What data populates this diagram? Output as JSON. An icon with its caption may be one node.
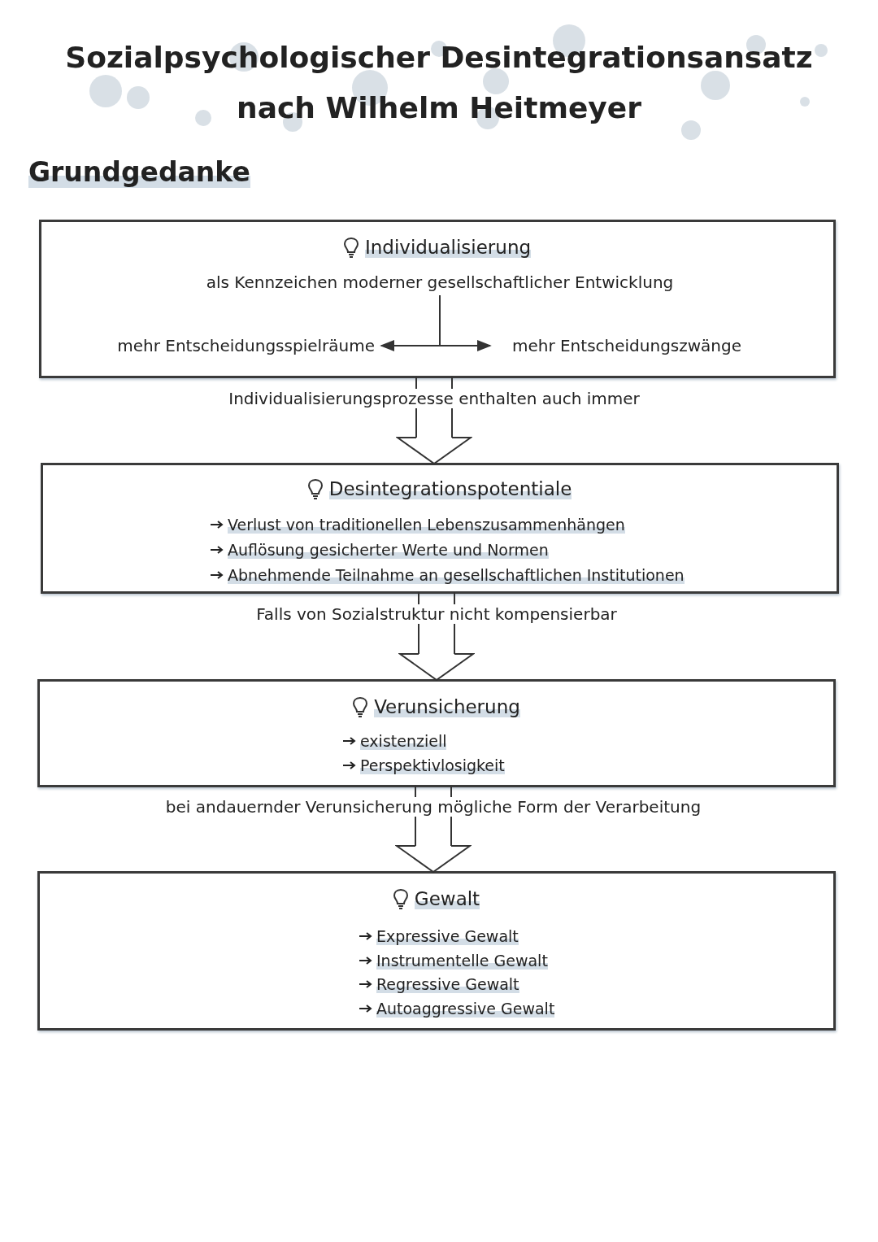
{
  "diagram": {
    "title": "Sozialpsychologischer Desintegrationsansatz nach Wilhelm Heitmeyer",
    "nodes": [
      {
        "text": [
          "Individualisierung"
        ]
      },
      {
        "text": [
          "als Kennzeichen moderner gesellschaftlicher Entwicklung"
        ],
        "in": 0
      },
      {
        "text": [
          "mehr Entscheidungsspielräume"
        ],
        "in": 0
      },
      {
        "text": [
          "mehr Entscheidungszwänge"
        ],
        "in": 0
      },
      {
        "text": [
          "Desintegrationspotentiale",
          "Verlust von traditionellen Lebenszusammenhängen",
          "Auflösung gesicherter Werte und Normen",
          "Abnehmende Teilnahme an gesellschaftlichen Institutionen"
        ]
      },
      {
        "text": [
          "Verunsicherung",
          "existenziell",
          "Perspektivlosigkeit"
        ]
      },
      {
        "text": [
          "Gewalt",
          "Expressive Gewalt",
          "Instrumentelle Gewalt",
          "Regressive Gewalt",
          "Autoaggressive Gewalt"
        ]
      }
    ],
    "edges": [
      {
        "from": 1,
        "to": 2,
        "arrow": "to"
      },
      {
        "from": 1,
        "to": 3,
        "arrow": "to"
      },
      {
        "from": 0,
        "to": 4,
        "arrow": "to",
        "label": "Individualisierungsprozesse enthalten auch immer"
      },
      {
        "from": 4,
        "to": 5,
        "arrow": "to",
        "label": "Falls von Sozialstruktur nicht kompensierbar"
      },
      {
        "from": 5,
        "to": 6,
        "arrow": "to",
        "label": "bei andauernder Verunsicherung mögliche Form der Verarbeitung"
      }
    ],
    "labels": [
      "Grundgedanke"
    ]
  }
}
